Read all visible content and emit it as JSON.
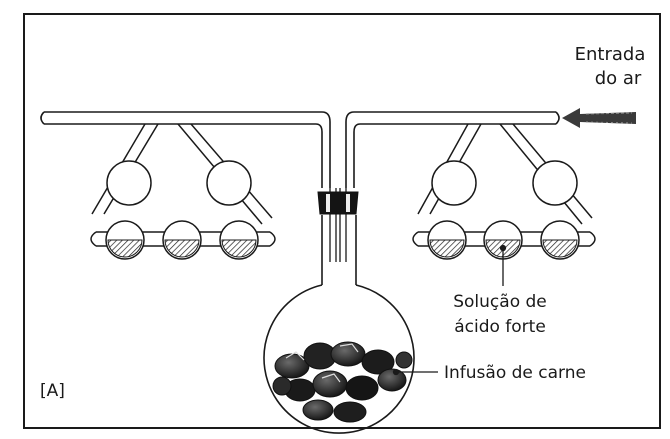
{
  "labels": {
    "air_inlet_line1": "Entrada",
    "air_inlet_line2": "do ar",
    "acid_solution_line1": "Solução de",
    "acid_solution_line2": "ácido forte",
    "meat_infusion": "Infusão de carne",
    "panel_id": "[A]"
  },
  "colors": {
    "stroke": "#1a1a1a",
    "background": "#ffffff",
    "liquid_dark": "#2a2a2a",
    "arrow_fill": "#3a3a3a"
  },
  "icons": {
    "air_arrow": "arrow-left-icon"
  }
}
